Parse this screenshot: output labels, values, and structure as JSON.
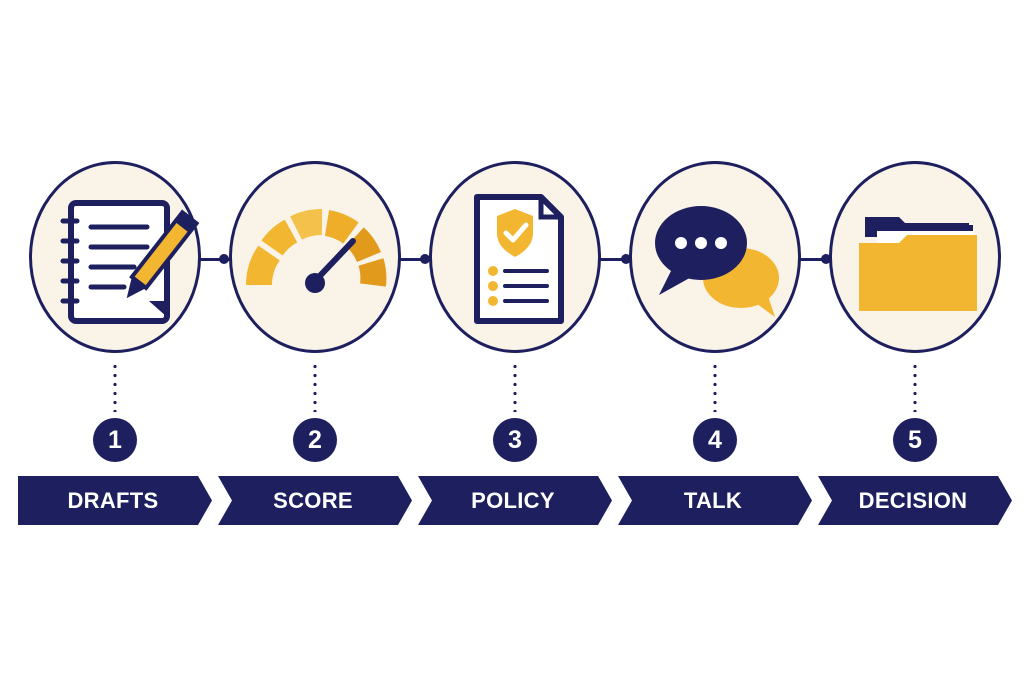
{
  "colors": {
    "navy": "#1d1f5e",
    "gold": "#f2b630",
    "gold_dark": "#e29a1c",
    "cream": "#faf3e8"
  },
  "steps": [
    {
      "number": "1",
      "label": "DRAFTS",
      "icon": "notebook-pencil-icon"
    },
    {
      "number": "2",
      "label": "SCORE",
      "icon": "gauge-icon"
    },
    {
      "number": "3",
      "label": "POLICY",
      "icon": "policy-document-shield-icon"
    },
    {
      "number": "4",
      "label": "TALK",
      "icon": "chat-bubbles-icon"
    },
    {
      "number": "5",
      "label": "DECISION",
      "icon": "folder-icon"
    }
  ]
}
